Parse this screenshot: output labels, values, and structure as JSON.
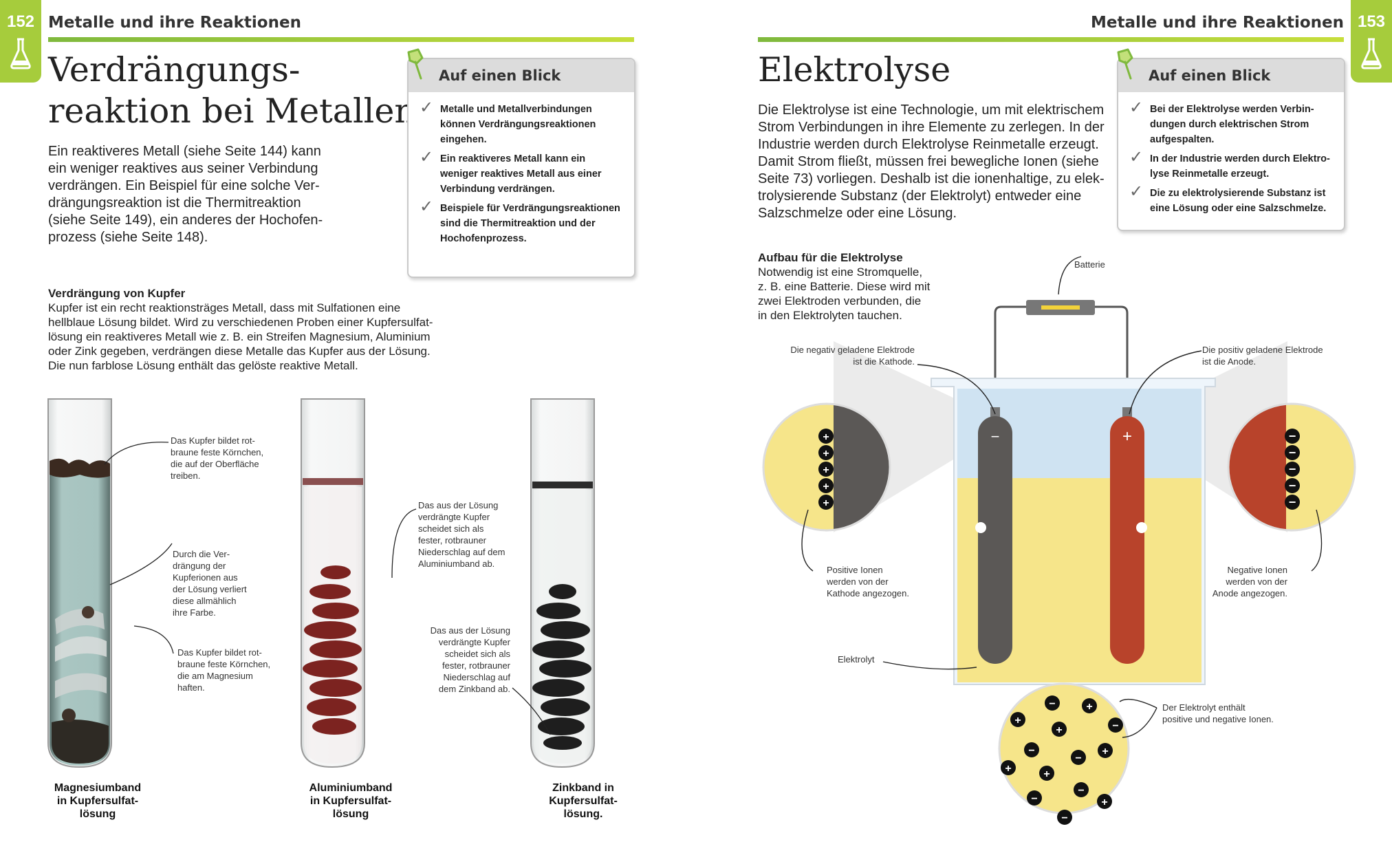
{
  "left_page": {
    "page_number": "152",
    "header": "Metalle und ihre Reaktionen",
    "title_line1": "Verdrängungs-",
    "title_line2": "reaktion bei Metallen",
    "intro_lines": [
      "Ein reaktiveres Metall (siehe Seite 144) kann",
      "ein weniger reaktives aus seiner Verbindung",
      "verdrängen. Ein Beispiel für eine solche Ver-",
      "drängungsreaktion ist die Thermitreaktion",
      "(siehe Seite 149), ein anderes der Hochofen-",
      "prozess (siehe Seite 148)."
    ],
    "glance": {
      "title": "Auf einen Blick",
      "items": [
        [
          "Metalle und Metallverbindungen",
          "können Verdrängungsreaktionen",
          "eingehen."
        ],
        [
          "Ein reaktiveres Metall kann ein",
          "weniger reaktives Metall aus einer",
          "Verbindung verdrängen."
        ],
        [
          "Beispiele für Verdrängungsreaktionen",
          "sind die Thermitreaktion und der",
          "Hochofenprozess."
        ]
      ]
    },
    "section_title": "Verdrängung von Kupfer",
    "section_lines": [
      "Kupfer ist ein recht reaktionsträges Metall, dass mit Sulfationen eine",
      "hellblaue Lösung bildet. Wird zu verschiedenen Proben einer Kupfersulfat-",
      "lösung ein reaktiveres Metall wie z. B. ein Streifen Magnesium, Aluminium",
      "oder Zink gegeben, verdrängen diese Metalle das Kupfer aus der Lösung.",
      "Die nun farblose Lösung enthält das gelöste reaktive Metall."
    ],
    "tube_annotations": {
      "mg_top": [
        "Das Kupfer bildet rot-",
        "braune feste Körnchen,",
        "die auf der Oberfläche",
        "treiben."
      ],
      "mg_mid": [
        "Durch die Ver-",
        "drängung der",
        "Kupferionen aus",
        "der Lösung verliert",
        "diese allmählich",
        "ihre Farbe."
      ],
      "mg_bottom": [
        "Das Kupfer bildet rot-",
        "braune feste Körnchen,",
        "die am Magnesium",
        "haften."
      ],
      "al": [
        "Das aus der Lösung",
        "verdrängte Kupfer",
        "scheidet sich als",
        "fester, rotbrauner",
        "Niederschlag auf dem",
        "Aluminiumband ab."
      ],
      "zn": [
        "Das aus der Lösung",
        "verdrängte Kupfer",
        "scheidet sich als",
        "fester, rotbrauner",
        "Niederschlag auf",
        "dem Zinkband ab."
      ]
    },
    "captions": [
      [
        "Magnesiumband",
        "in Kupfersulfat-",
        "lösung"
      ],
      [
        "Aluminiumband",
        "in Kupfersulfat-",
        "lösung"
      ],
      [
        "Zinkband in",
        "Kupfersulfat-",
        "lösung."
      ]
    ]
  },
  "right_page": {
    "page_number": "153",
    "header": "Metalle und ihre Reaktionen",
    "title": "Elektrolyse",
    "intro_lines": [
      "Die Elektrolyse ist eine Technologie, um mit elektrischem",
      "Strom Verbindungen in ihre Elemente zu zerlegen. In der",
      "Industrie werden durch Elektrolyse Reinmetalle erzeugt.",
      "Damit Strom fließt, müssen frei bewegliche Ionen (siehe",
      "Seite 73) vorliegen. Deshalb ist die ionenhaltige, zu elek-",
      "trolysierende Substanz (der Elektrolyt) entweder eine",
      "Salzschmelze oder eine Lösung."
    ],
    "glance": {
      "title": "Auf einen Blick",
      "items": [
        [
          "Bei der Elektrolyse werden Verbin-",
          "dungen durch elektrischen Strom",
          "aufgespalten."
        ],
        [
          "In der Industrie werden durch Elektro-",
          "lyse Reinmetalle erzeugt."
        ],
        [
          "Die zu elektrolysierende Substanz ist",
          "eine Lösung oder eine Salzschmelze."
        ]
      ]
    },
    "section_title": "Aufbau für die Elektrolyse",
    "section_lines": [
      "Notwendig ist eine Stromquelle,",
      "z. B. eine Batterie. Diese wird mit",
      "zwei Elektroden verbunden, die",
      "in den Elektrolyten tauchen."
    ],
    "diagram": {
      "battery": "Batterie",
      "cathode": [
        "Die negativ geladene Elektrode",
        "ist die Kathode."
      ],
      "anode": [
        "Die positiv geladene Elektrode",
        "ist die Anode."
      ],
      "positive_ions": [
        "Positive Ionen",
        "werden von der",
        "Kathode angezogen."
      ],
      "negative_ions": [
        "Negative Ionen",
        "werden von der",
        "Anode angezogen."
      ],
      "electrolyte": "Elektrolyt",
      "electrolyte_ions": [
        "Der Elektrolyt enthält",
        "positive und negative Ionen."
      ],
      "minus": "−",
      "plus": "+",
      "colors": {
        "cathode": "#5b5856",
        "anode": "#b8432b",
        "solution": "#f6e58a",
        "water": "#cfe3f2"
      }
    }
  },
  "colors": {
    "accent": "#a6cc3c",
    "rule_start": "#7fb93d",
    "rule_end": "#c7de3b"
  }
}
